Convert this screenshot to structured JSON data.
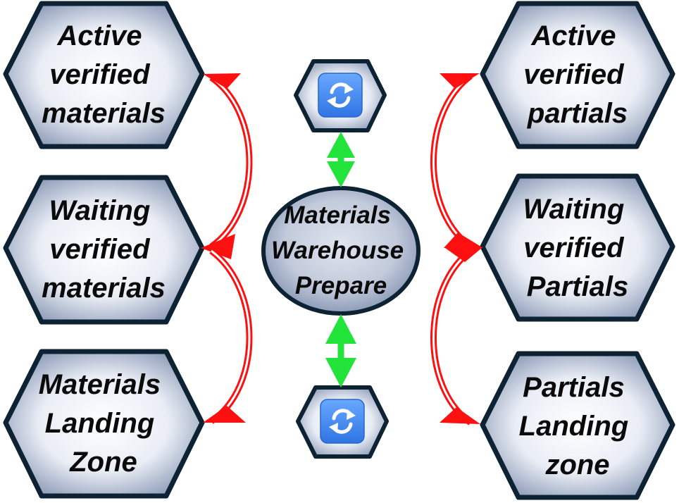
{
  "nodes": {
    "left_top": {
      "lines": [
        "Active",
        "verified",
        "materials"
      ]
    },
    "left_mid": {
      "lines": [
        "Waiting",
        "verified",
        "materials"
      ]
    },
    "left_bot": {
      "lines": [
        "Materials",
        "Landing",
        "Zone"
      ]
    },
    "right_top": {
      "lines": [
        "Active",
        "verified",
        "partials"
      ]
    },
    "right_mid": {
      "lines": [
        "Waiting",
        "verified",
        "Partials"
      ]
    },
    "right_bot": {
      "lines": [
        "Partials",
        "Landing",
        "zone"
      ]
    },
    "center": {
      "lines": [
        "Materials",
        "Warehouse",
        "Prepare"
      ]
    },
    "sync_top": {
      "icon": "sync-icon"
    },
    "sync_bot": {
      "icon": "sync-icon"
    }
  },
  "colors": {
    "hex_stroke": "#0d2233",
    "hex_fill_center": "#ffffff",
    "hex_fill_edge": "#8796b3",
    "arrow_red": "#ff1010",
    "arrow_green": "#22e33a",
    "sync_blue": "#3d86f0"
  }
}
